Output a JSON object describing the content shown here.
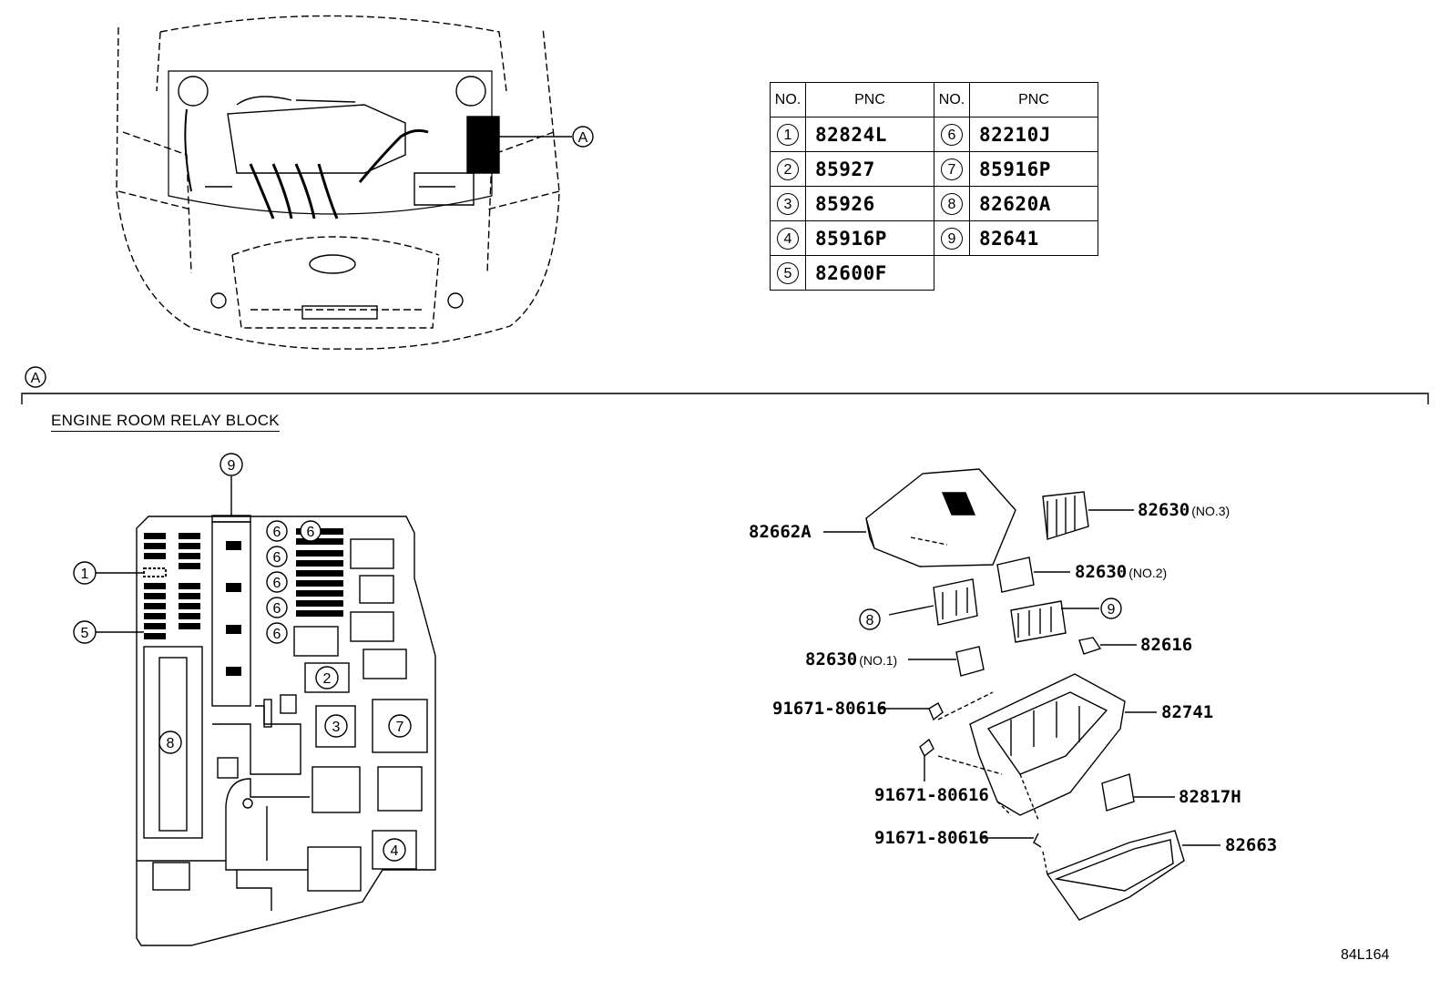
{
  "table": {
    "header": {
      "no": "NO.",
      "pnc": "PNC"
    },
    "rows": [
      [
        {
          "no": "1",
          "pnc": "82824L"
        },
        {
          "no": "6",
          "pnc": "82210J"
        }
      ],
      [
        {
          "no": "2",
          "pnc": "85927"
        },
        {
          "no": "7",
          "pnc": "85916P"
        }
      ],
      [
        {
          "no": "3",
          "pnc": "85926"
        },
        {
          "no": "8",
          "pnc": "82620A"
        }
      ],
      [
        {
          "no": "4",
          "pnc": "85916P"
        },
        {
          "no": "9",
          "pnc": "82641"
        }
      ],
      [
        {
          "no": "5",
          "pnc": "82600F"
        },
        null
      ]
    ]
  },
  "view_marker": "A",
  "section_title": "ENGINE ROOM RELAY BLOCK",
  "relay_block_callouts": [
    "1",
    "5",
    "6",
    "6",
    "6",
    "6",
    "6",
    "6",
    "9",
    "2",
    "3",
    "7",
    "8",
    "4"
  ],
  "exploded_parts": {
    "cover": "82662A",
    "relay_no3": "82630",
    "relay_no3_note": "(NO.3)",
    "relay_no2": "82630",
    "relay_no2_note": "(NO.2)",
    "callout_8": "8",
    "callout_9": "9",
    "relay_no1": "82630",
    "relay_no1_note": "(NO.1)",
    "clip": "82616",
    "bolt_1": "91671-80616",
    "block": "82741",
    "bolt_2": "91671-80616",
    "bracket": "82817H",
    "bolt_3": "91671-80616",
    "lower_cover": "82663"
  },
  "page_number": "84L164"
}
